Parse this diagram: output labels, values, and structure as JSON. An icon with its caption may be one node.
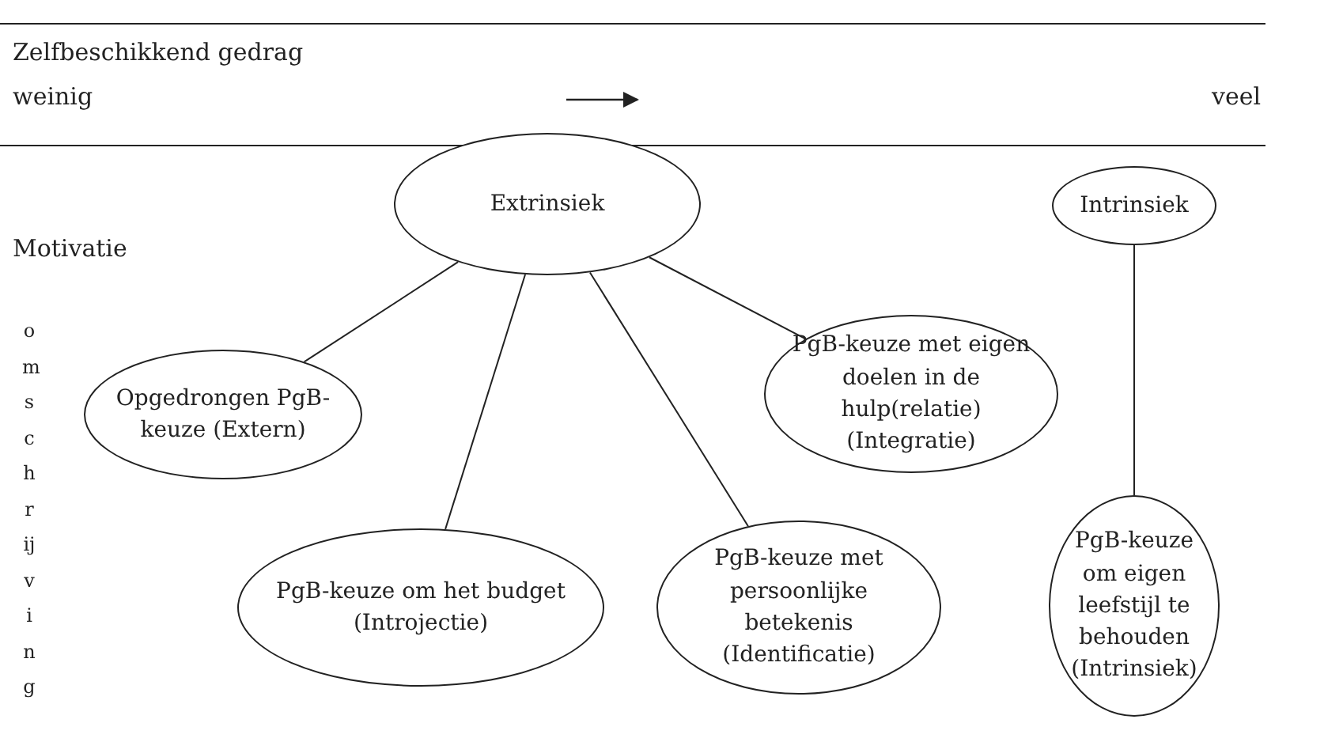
{
  "diagram": {
    "nodes": [
      {
        "text": [
          "Extrinsiek"
        ]
      },
      {
        "text": [
          "Intrinsiek"
        ]
      },
      {
        "text": [
          "Opgedrongen PgB-keuze (Extern)"
        ]
      },
      {
        "text": [
          "PgB-keuze met eigen doelen in de hulp(relatie) (Integratie)"
        ]
      },
      {
        "text": [
          "PgB-keuze om het budget (Introjectie)"
        ]
      },
      {
        "text": [
          "PgB-keuze met persoonlijke betekenis (Identificatie)"
        ]
      },
      {
        "text": [
          "PgB-keuze om eigen leefstijl te behouden (Intrinsiek)"
        ]
      }
    ],
    "edges": [
      {
        "from": 0,
        "to": 2,
        "arrow": "none"
      },
      {
        "from": 0,
        "to": 4,
        "arrow": "none"
      },
      {
        "from": 0,
        "to": 5,
        "arrow": "none"
      },
      {
        "from": 0,
        "to": 3,
        "arrow": "none"
      },
      {
        "from": 1,
        "to": 6,
        "arrow": "none"
      }
    ],
    "labels": [
      "Zelfbeschikkend gedrag",
      "weinig",
      "veel",
      "Motivatie",
      "omschrijving"
    ]
  }
}
